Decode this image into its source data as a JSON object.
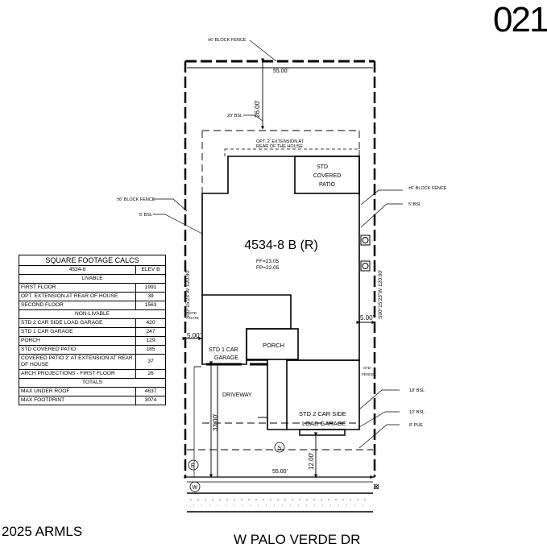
{
  "lot_number": "021",
  "copyright": "2025 ARMLS",
  "street": "W PALO VERDE DR",
  "house": {
    "model": "4534-8 B (R)",
    "ff": "FF=23.05",
    "fp": "FP=22.05"
  },
  "labels": {
    "block_fence_top": "±6' BLOCK FENCE",
    "dim_55_top": "55.00'",
    "dim_26": "26.00'",
    "bsl_20": "20' BSL",
    "opt_ext": "OPT. 2' EXTENSION AT",
    "opt_ext2": "REAR OF THE HOUSE",
    "std": "STD",
    "covered": "COVERED",
    "patio": "PATIO",
    "block_fence_left": "±6' BLOCK FENCE",
    "bsl_5_left": "5' BSL",
    "block_fence_right": "±6' BLOCK FENCE",
    "bsl_5_right": "5' BSL",
    "bearing_left": "S00°15'23\"W 120.00'",
    "bearing_right": "S00°15'23\"W 120.00'",
    "dim_5_left": "5.00'",
    "dim_5_right": "5.00'",
    "std_gate": "STD",
    "gate": "GATE",
    "std_1_car": "STD 1 CAR",
    "garage": "GARAGE",
    "porch": "PORCH",
    "std_fence1": "STD",
    "std_fence2": "FENCE",
    "driveway": "DRIVEWAY",
    "std_2_car": "STD 2 CAR SIDE",
    "load_garage": "LOAD GARAGE",
    "bsl_18": "18' BSL",
    "bsl_12": "12' BSL",
    "pue_8": "8' PUE",
    "dim_33": "33.00'",
    "dim_12": "12.00'",
    "dim_55_bottom": "55.00'",
    "sym_s": "S",
    "sym_e": "E",
    "sym_w": "W"
  },
  "table": {
    "title": "SQUARE FOOTAGE CALCS",
    "col1": "4534-8",
    "col2": "ELEV B",
    "section_livable": "LIVABLE",
    "livable": [
      {
        "label": "FIRST FLOOR",
        "value": "1991"
      },
      {
        "label": "OPT. EXTENSION AT REAR OF HOUSE",
        "value": "39"
      },
      {
        "label": "SECOND FLOOR",
        "value": "1563"
      }
    ],
    "section_nonlivable": "NON-LIVABLE",
    "nonlivable": [
      {
        "label": "STD 2 CAR SIDE LOAD GARAGE",
        "value": "420"
      },
      {
        "label": "STD 1 CAR GARAGE",
        "value": "247"
      },
      {
        "label": "PORCH",
        "value": "129"
      },
      {
        "label": "STD COVERED PATIO",
        "value": "185"
      },
      {
        "label": "COVERED PATIO 2' AT EXTENSION AT REAR OF HOUSE",
        "value": "37"
      },
      {
        "label": "ARCH PROJECTIONS - FIRST FLOOR",
        "value": "26"
      }
    ],
    "section_totals": "TOTALS",
    "totals": [
      {
        "label": "MAX UNDER ROOF",
        "value": "4637"
      },
      {
        "label": "MAX FOOTPRINT",
        "value": "3074"
      }
    ]
  }
}
